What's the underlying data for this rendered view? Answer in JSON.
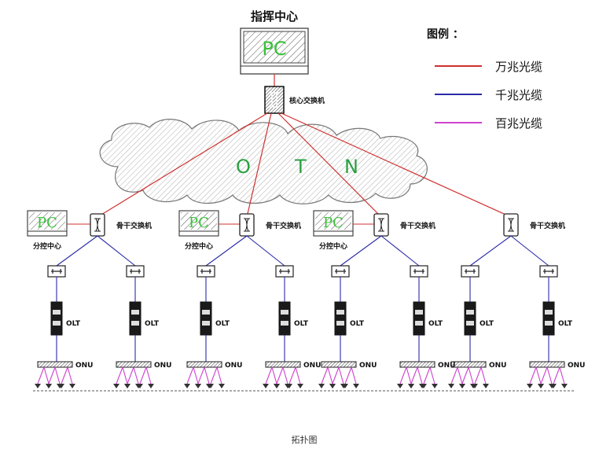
{
  "command_center": {
    "title": "指挥中心",
    "pc_label": "PC"
  },
  "core_switch": {
    "label": "核心交换机"
  },
  "cloud": {
    "letters": [
      "O",
      "T",
      "N"
    ]
  },
  "legend": {
    "title": "图例 ：",
    "items": [
      {
        "label": "万兆光缆",
        "color": "#d03030"
      },
      {
        "label": "千兆光缆",
        "color": "#2a2aa8"
      },
      {
        "label": "百兆光缆",
        "color": "#d040d0"
      }
    ]
  },
  "branches": [
    {
      "pc_label": "PC",
      "sub_center": "分控中心",
      "switch_label": "骨干交换机"
    },
    {
      "pc_label": "PC",
      "sub_center": "分控中心",
      "switch_label": "骨干交换机"
    },
    {
      "pc_label": "PC",
      "sub_center": "分控中心",
      "switch_label": "骨干交换机"
    },
    {
      "pc_label": "",
      "sub_center": "",
      "switch_label": "骨干交换机"
    }
  ],
  "olt_label": "OLT",
  "onu_label": "ONU",
  "caption": "拓扑图"
}
